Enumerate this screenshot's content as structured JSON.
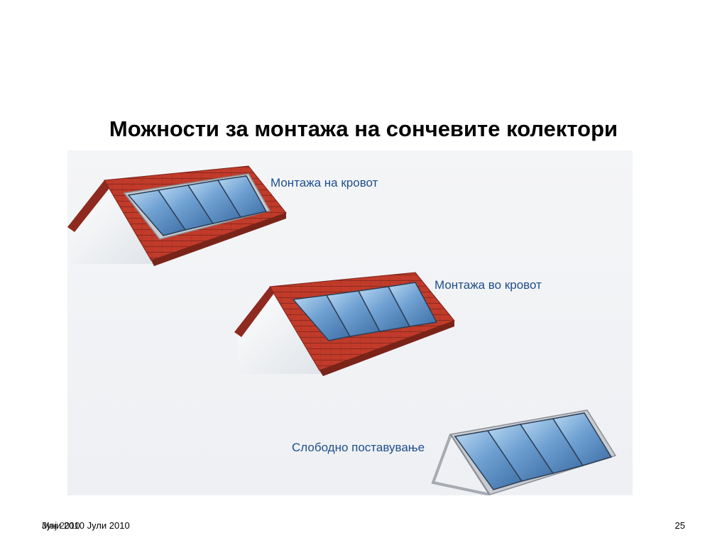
{
  "slide": {
    "title": "Можности за монтажа на сончевите колектори",
    "options": [
      {
        "label": "Монтажа на кровот"
      },
      {
        "label": "Монтажа во кровот"
      },
      {
        "label": "Слободно поставување"
      }
    ],
    "footer": {
      "date_primary": "Мај 2010",
      "date_overlay": "Јуни 2010 Јули 2010",
      "page_number": "25"
    }
  },
  "colors": {
    "title": "#000000",
    "label_text": "#1f4e8c",
    "roof_tile": "#c0392b",
    "roof_tile_dark": "#8e2a1f",
    "panel_blue": "#5b8fc7",
    "panel_light": "#a9cdef",
    "frame_silver": "#b8bcc2",
    "wall_white": "#ffffff"
  }
}
